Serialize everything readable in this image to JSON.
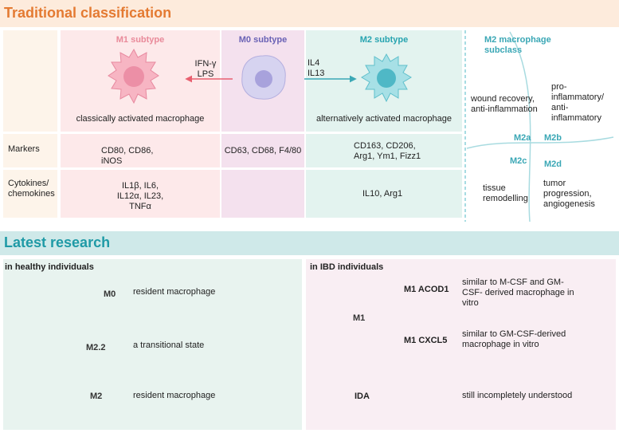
{
  "traditional": {
    "title": "Traditional classification",
    "m1_title": "M1 subtype",
    "m0_title": "M0 subtype",
    "m2_title": "M2 subtype",
    "m1_stimuli": "IFN-γ\nLPS",
    "m2_stimuli": "IL4\nIL13",
    "m1_desc": "classically activated macrophage",
    "m2_desc": "alternatively activated macrophage",
    "markers_label": "Markers",
    "cytokines_label": "Cytokines/\nchemokines",
    "m1_markers": "CD80, CD86,\niNOS",
    "m0_markers": "CD63, CD68, F4/80",
    "m2_markers": "CD163, CD206,\nArg1, Ym1, Fizz1",
    "m1_cytokines": "IL1β, IL6,\nIL12α, IL23,\nTNFα",
    "m2_cytokines": "IL10, Arg1"
  },
  "subclass": {
    "title": "M2 macrophage\nsubclass",
    "q1": "wound recovery,\nanti-inflammation",
    "q2": "pro-\ninflammatory/\nanti-\ninflammatory",
    "q3": "tissue\nremodelling",
    "q4": "tumor\nprogression,\nangiogenesis",
    "m2a": "M2a",
    "m2b": "M2b",
    "m2c": "M2c",
    "m2d": "M2d"
  },
  "latest": {
    "title": "Latest research",
    "healthy_title": "in healthy individuals",
    "ibd_title": "in IBD individuals",
    "m0": "M0",
    "m22": "M2.2",
    "m2": "M2",
    "m0_desc": "resident macrophage",
    "m22_desc": "a transitional state",
    "m2_desc": "resident macrophage",
    "m1": "M1",
    "acod1": "M1 ACOD1",
    "cxcl5": "M1 CXCL5",
    "ida": "IDA",
    "acod1_desc": "similar to M-CSF and GM-\nCSF- derived macrophage in\nvitro",
    "cxcl5_desc": "similar to GM-CSF-derived\nmacrophage in vitro",
    "ida_desc": "still incompletely understood"
  },
  "colors": {
    "m1": "#f4a7b9",
    "m0": "#c9c6ea",
    "m2": "#8fd3dc",
    "ida": "#e8706e",
    "accent_orange": "#e47a32",
    "accent_teal": "#1f9aa6"
  }
}
